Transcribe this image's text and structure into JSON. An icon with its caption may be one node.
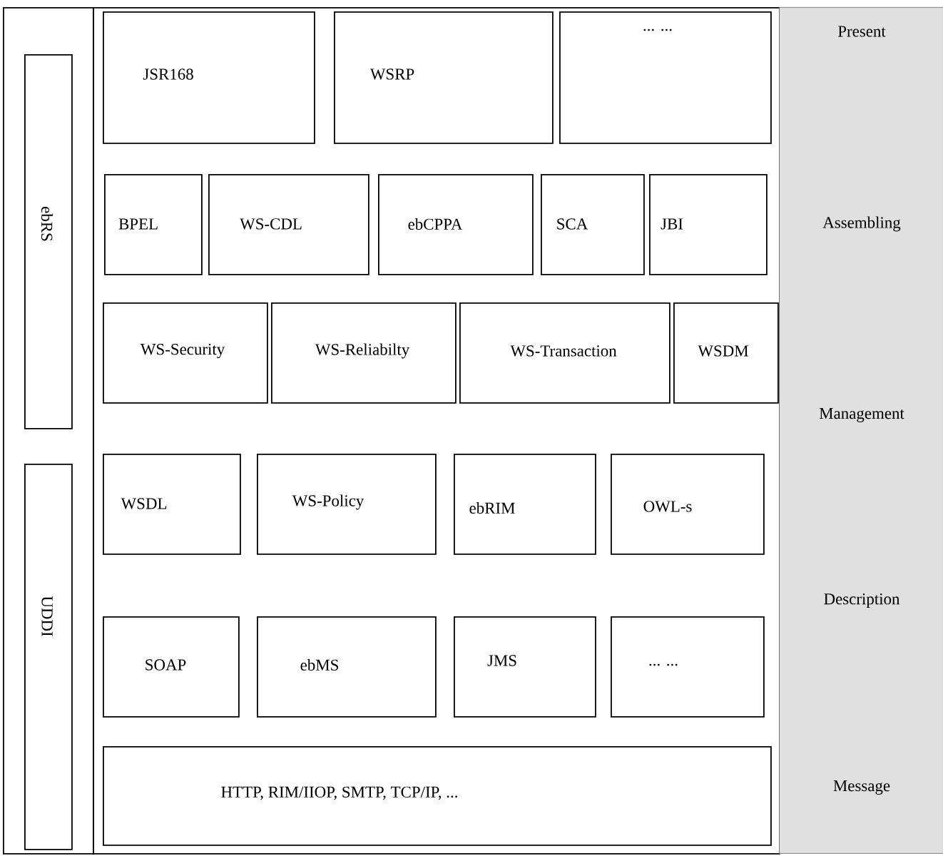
{
  "diagram": {
    "nodes": [
      {
        "text": [],
        "shape": "box"
      },
      {
        "text": [
          "ebRS"
        ],
        "in": 0
      },
      {
        "text": [
          "UDDI"
        ],
        "in": 0
      },
      {
        "text": [],
        "shape": "box"
      },
      {
        "text": [
          "JSR168"
        ],
        "in": 3
      },
      {
        "text": [
          "WSRP"
        ],
        "in": 3
      },
      {
        "text": [
          "... ..."
        ],
        "in": 3
      },
      {
        "text": [
          "BPEL"
        ],
        "in": 3
      },
      {
        "text": [
          "WS-CDL"
        ],
        "in": 3
      },
      {
        "text": [
          "ebCPPA"
        ],
        "in": 3
      },
      {
        "text": [
          "SCA"
        ],
        "in": 3
      },
      {
        "text": [
          "JBI"
        ],
        "in": 3
      },
      {
        "text": [
          "WS-Security"
        ],
        "in": 3
      },
      {
        "text": [
          "WS-Reliabilty"
        ],
        "in": 3
      },
      {
        "text": [
          "WS-Transaction"
        ],
        "in": 3
      },
      {
        "text": [
          "WSDM"
        ],
        "in": 3
      },
      {
        "text": [
          "WSDL"
        ],
        "in": 3
      },
      {
        "text": [
          "WS-Policy"
        ],
        "in": 3
      },
      {
        "text": [
          "ebRIM"
        ],
        "in": 3
      },
      {
        "text": [
          "OWL-s"
        ],
        "in": 3
      },
      {
        "text": [
          "SOAP"
        ],
        "in": 3
      },
      {
        "text": [
          "ebMS"
        ],
        "in": 3
      },
      {
        "text": [
          "JMS"
        ],
        "in": 3
      },
      {
        "text": [
          "... ..."
        ],
        "in": 3
      },
      {
        "text": [
          "HTTP, RIM/IIOP, SMTP, TCP/IP, ..."
        ],
        "in": 3
      },
      {
        "text": [
          "Present",
          "Assembling",
          "Management",
          "Description",
          "Message"
        ]
      }
    ]
  }
}
